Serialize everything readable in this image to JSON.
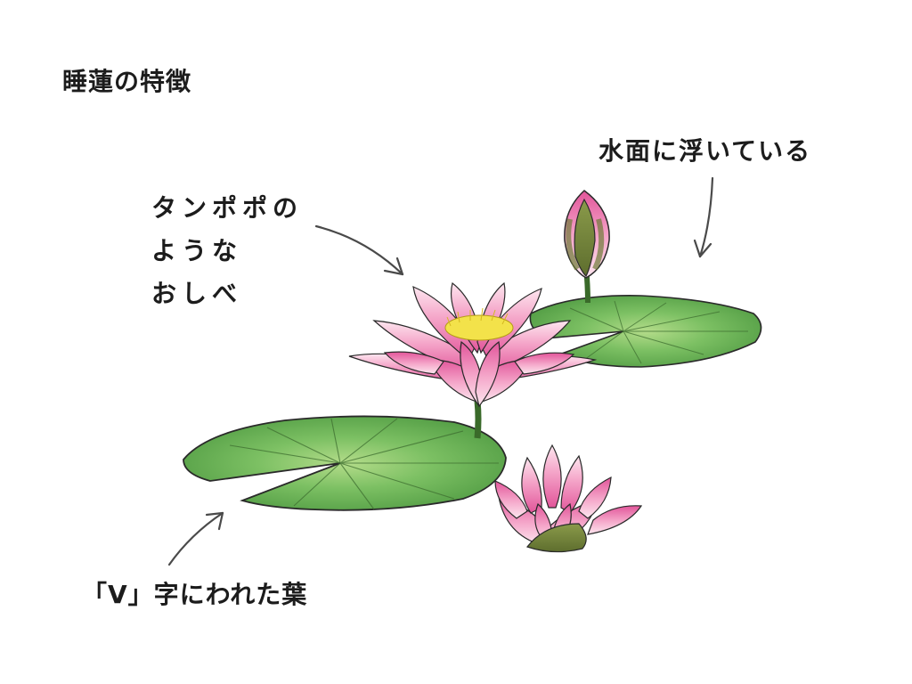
{
  "title": "睡蓮の特徴",
  "annotations": {
    "floating": "水面に浮いている",
    "stamen_lines": [
      "タンポポの",
      "ような",
      "おしべ"
    ],
    "leaf": "「V」字にわれた葉"
  },
  "colors": {
    "petal_pink": "#f08cb8",
    "petal_light": "#fbd3e4",
    "petal_deep": "#d94a8c",
    "stamen_yellow": "#f3e24a",
    "leaf_green": "#6db85a",
    "leaf_light": "#9fd27e",
    "leaf_dark": "#3e7a33",
    "outline": "#2a2a2a",
    "arrow": "#4a4a4a"
  }
}
